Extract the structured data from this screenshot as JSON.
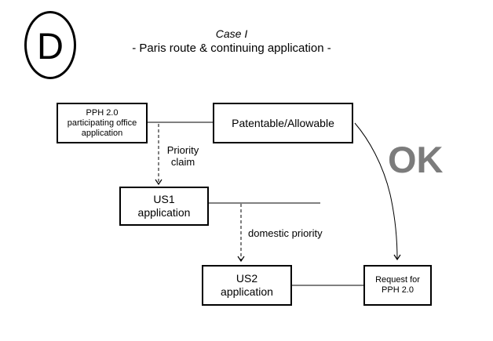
{
  "badge": {
    "letter": "D"
  },
  "title": {
    "line1": "Case I",
    "line2": "- Paris route & continuing application -"
  },
  "boxes": {
    "pph_office": {
      "line1": "PPH 2.0",
      "line2": "participating office",
      "line3": "application"
    },
    "patentable": {
      "label": "Patentable/Allowable"
    },
    "us1": {
      "line1": "US1",
      "line2": "application"
    },
    "us2": {
      "line1": "US2",
      "line2": "application"
    },
    "request_pph": {
      "line1": "Request for",
      "line2": "PPH 2.0"
    }
  },
  "labels": {
    "priority_claim": {
      "line1": "Priority",
      "line2": "claim"
    },
    "domestic_priority": "domestic priority",
    "ok": "OK"
  },
  "colors": {
    "ok_gray": "#7c7c7c",
    "stroke_black": "#000000"
  }
}
